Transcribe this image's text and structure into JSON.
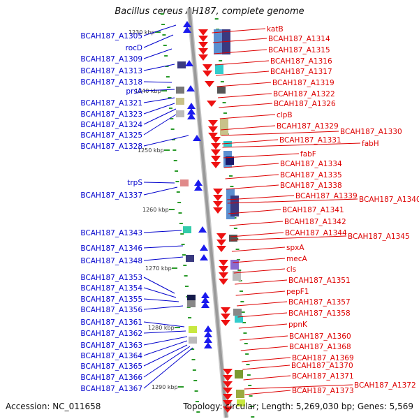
{
  "title": "Bacillus cereus AH187, complete genome",
  "accession": "Accession: NC_011658",
  "summary": "Topology: circular; Length: 5,269,030 bp; Genes: 5,569",
  "colors": {
    "left_label": "#0000cc",
    "right_label": "#dd0000",
    "axis": "#9a9a9a",
    "tick": "#2a9a2a",
    "forward_gene": "#1a1aee",
    "reverse_gene": "#ee1111"
  },
  "kbp_ticks": [
    "1230 kbp",
    "1240 kbp",
    "1250 kbp",
    "1260 kbp",
    "1270 kbp",
    "1280 kbp",
    "1290 kbp"
  ],
  "left_labels": [
    "BCAH187_A1305",
    "rocD",
    "BCAH187_A1309",
    "BCAH187_A1313",
    "BCAH187_A1318",
    "prsA",
    "BCAH187_A1321",
    "BCAH187_A1323",
    "BCAH187_A1324",
    "BCAH187_A1325",
    "BCAH187_A1328",
    "trpS",
    "BCAH187_A1337",
    "BCAH187_A1343",
    "BCAH187_A1346",
    "BCAH187_A1348",
    "BCAH187_A1353",
    "BCAH187_A1354",
    "BCAH187_A1355",
    "BCAH187_A1356",
    "BCAH187_A1361",
    "BCAH187_A1362",
    "BCAH187_A1363",
    "BCAH187_A1364",
    "BCAH187_A1365",
    "BCAH187_A1366",
    "BCAH187_A1367"
  ],
  "right_labels": [
    "katB",
    "BCAH187_A1314",
    "BCAH187_A1315",
    "BCAH187_A1316",
    "BCAH187_A1317",
    "BCAH187_A1319",
    "BCAH187_A1322",
    "BCAH187_A1326",
    "clpB",
    "BCAH187_A1329",
    "BCAH187_A1330",
    "BCAH187_A1331",
    "fabH",
    "fabF",
    "BCAH187_A1334",
    "BCAH187_A1335",
    "BCAH187_A1338",
    "BCAH187_A1339",
    "BCAH187_A1340",
    "BCAH187_A1341",
    "BCAH187_A1342",
    "BCAH187_A1344",
    "BCAH187_A1345",
    "spxA",
    "mecA",
    "cls",
    "BCAH187_A1351",
    "pepF1",
    "BCAH187_A1357",
    "BCAH187_A1358",
    "ppnK",
    "BCAH187_A1360",
    "BCAH187_A1368",
    "BCAH187_A1369",
    "BCAH187_A1370",
    "BCAH187_A1371",
    "BCAH187_A1372",
    "BCAH187_A1373"
  ]
}
